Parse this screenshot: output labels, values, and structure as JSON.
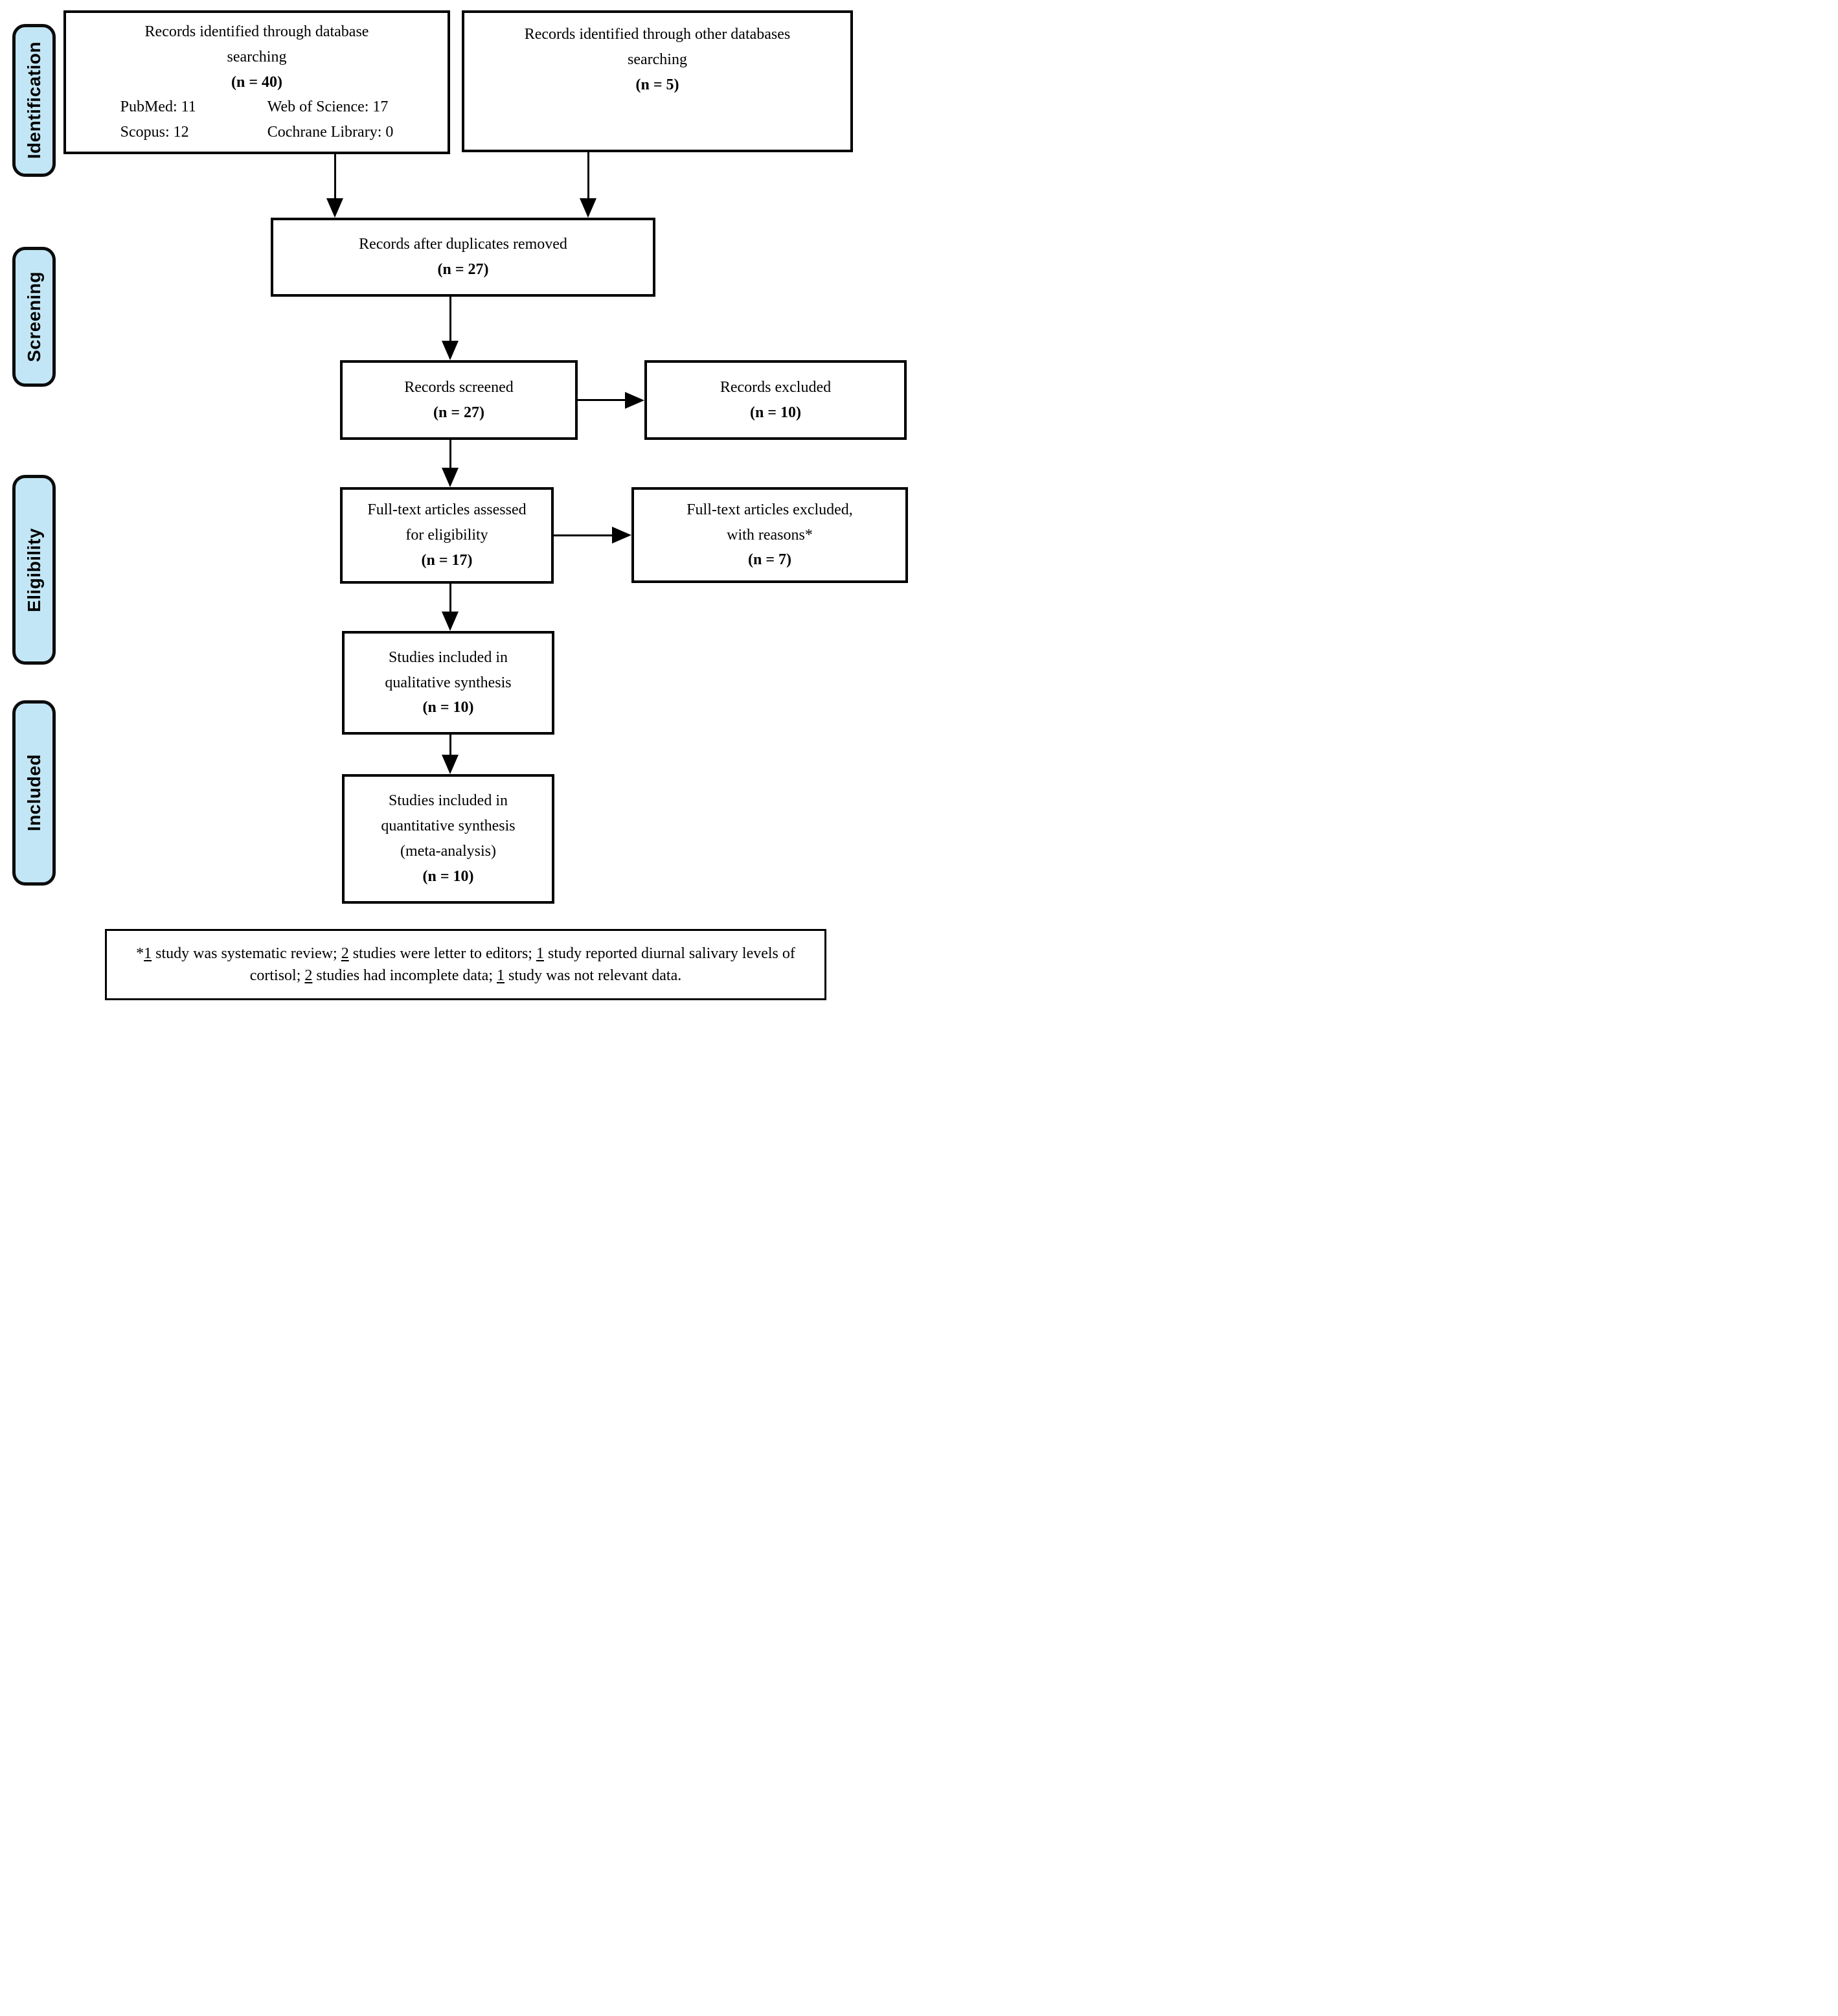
{
  "stages": [
    {
      "label": "Identification"
    },
    {
      "label": "Screening"
    },
    {
      "label": "Eligibility"
    },
    {
      "label": "Included"
    }
  ],
  "boxes": {
    "identified_database": {
      "title_lines": [
        "Records identified through database",
        "searching"
      ],
      "count": "(n = 40)",
      "sources": {
        "row1_left": "PubMed: 11",
        "row1_right": "Web of Science: 17",
        "row2_left": "Scopus: 12",
        "row2_right": "Cochrane Library: 0"
      }
    },
    "identified_other": {
      "title_lines": [
        "Records identified through other databases",
        "searching"
      ],
      "count": "(n = 5)"
    },
    "duplicates_removed": {
      "title_lines": [
        "Records after duplicates removed"
      ],
      "count": "(n = 27)"
    },
    "records_screened": {
      "title_lines": [
        "Records screened"
      ],
      "count": "(n = 27)"
    },
    "records_excluded": {
      "title_lines": [
        "Records excluded"
      ],
      "count": "(n = 10)"
    },
    "fulltext_assessed": {
      "title_lines": [
        "Full-text articles assessed",
        "for eligibility"
      ],
      "count": "(n = 17)"
    },
    "fulltext_excluded": {
      "title_lines": [
        "Full-text articles excluded,",
        "with reasons*"
      ],
      "count": "(n = 7)"
    },
    "qualitative_synthesis": {
      "title_lines": [
        "Studies included in",
        "qualitative synthesis"
      ],
      "count": "(n = 10)"
    },
    "quantitative_synthesis": {
      "title_lines": [
        "Studies included in",
        "quantitative synthesis",
        "(meta-analysis)"
      ],
      "count": "(n = 10)"
    }
  },
  "footnote": {
    "segments": [
      {
        "text": "*",
        "underline": false
      },
      {
        "text": "1",
        "underline": true
      },
      {
        "text": " study was systematic review; ",
        "underline": false
      },
      {
        "text": "2",
        "underline": true
      },
      {
        "text": " studies were letter to editors; ",
        "underline": false
      },
      {
        "text": "1",
        "underline": true
      },
      {
        "text": " study reported diurnal salivary levels of cortisol; ",
        "underline": false
      },
      {
        "text": "2",
        "underline": true
      },
      {
        "text": " studies had incomplete data; ",
        "underline": false
      },
      {
        "text": "1",
        "underline": true
      },
      {
        "text": " study was not relevant data.",
        "underline": false
      }
    ]
  },
  "colors": {
    "stage_fill": "#c2e6f5",
    "line": "#000000"
  }
}
